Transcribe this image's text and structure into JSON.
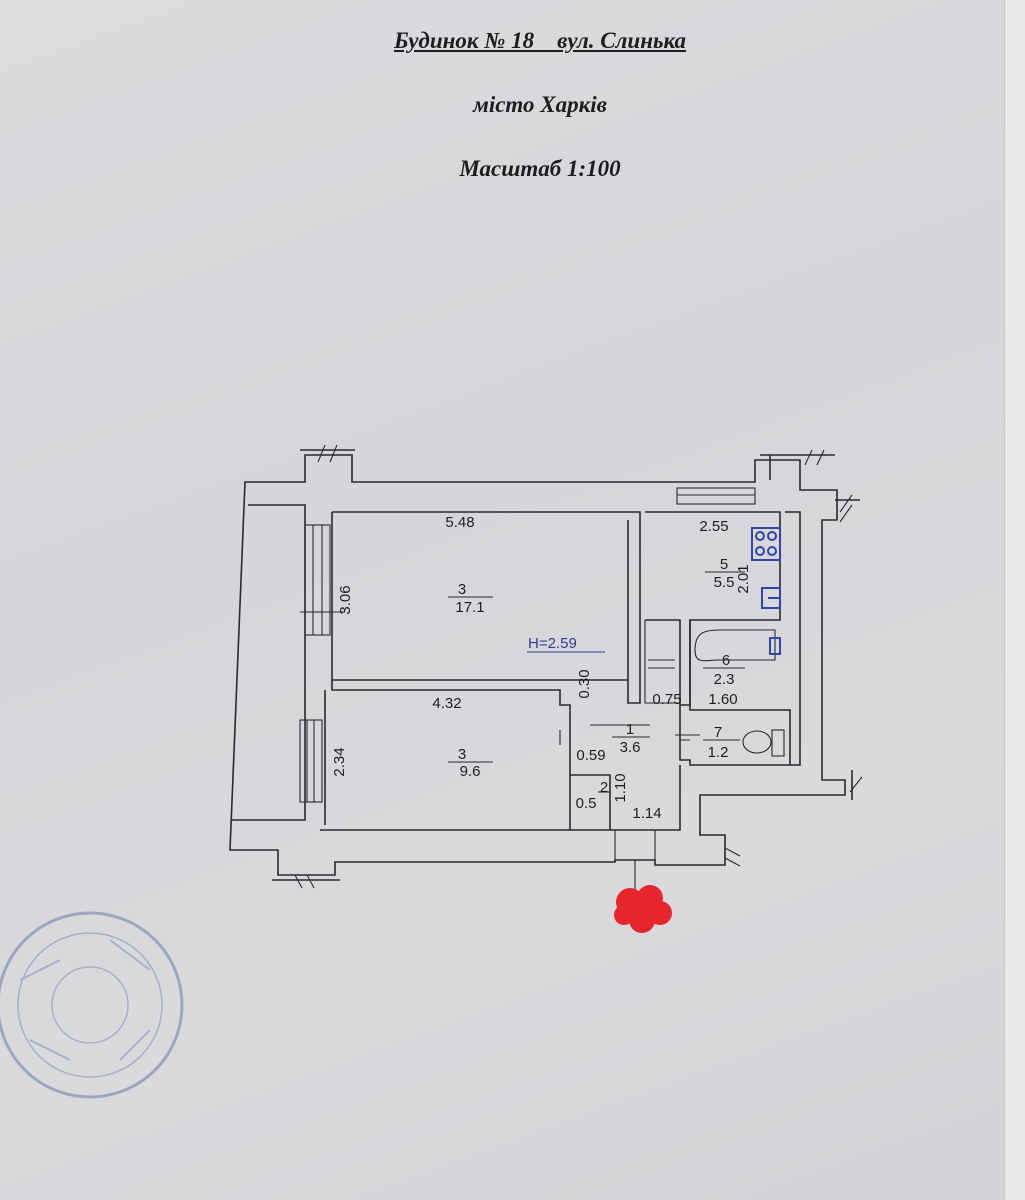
{
  "header": {
    "title": "Будинок № 18    вул. Слинька",
    "city": "місто Харків",
    "scale": "Масштаб 1:100"
  },
  "plan": {
    "ceiling_height": "Н=2.59",
    "rooms": [
      {
        "number": "3",
        "area": "17.1"
      },
      {
        "number": "3",
        "area": "9.6"
      },
      {
        "number": "1",
        "area": "3.6"
      },
      {
        "number": "2",
        "area": "0.5"
      },
      {
        "number": "5",
        "area": "5.5"
      },
      {
        "number": "6",
        "area": "2.3"
      },
      {
        "number": "7",
        "area": "1.2"
      }
    ],
    "dimensions": {
      "room1_width": "5.48",
      "room1_depth": "3.06",
      "room2_width": "4.32",
      "room2_depth": "2.34",
      "kitchen_width": "2.55",
      "kitchen_depth": "2.01",
      "partition": "0.30",
      "hall_a": "0.59",
      "closet_depth": "1.10",
      "hall_b": "1.14",
      "bath_a": "0.75",
      "bath_b": "1.60"
    }
  },
  "colors": {
    "paper": "#d9d9dd",
    "ink": "#2a2a2e",
    "fixtures": "#2e46a8",
    "redaction": "#e8252b"
  }
}
